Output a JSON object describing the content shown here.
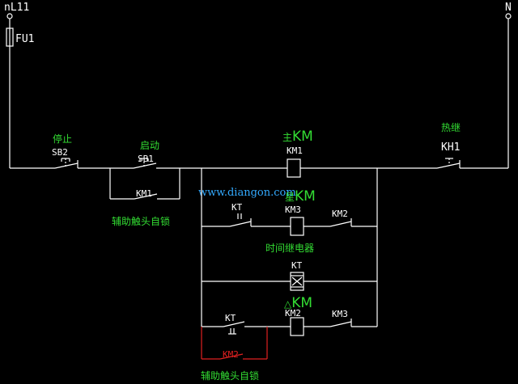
{
  "terminals": {
    "left": "nL11",
    "right": "N"
  },
  "fuse": "FU1",
  "stop": {
    "title": "停止",
    "tag": "SB2"
  },
  "start": {
    "title": "启动",
    "tag": "SB1"
  },
  "self_hold_1": {
    "contact": "KM1",
    "caption": "辅助触头自锁"
  },
  "main_contactor": {
    "title_prefix": "主",
    "title_km": "KM",
    "tag": "KM1"
  },
  "thermal": {
    "title": "热继",
    "tag": "KH1"
  },
  "watermark": "www.diangon.com",
  "star": {
    "title_prefix": "星",
    "title_km": "KM",
    "timer_contact": "KT",
    "coil": "KM3",
    "interlock": "KM2"
  },
  "timer_caption": "时间继电器",
  "timer_coil": "KT",
  "delta": {
    "title_prefix": "△",
    "title_km": "KM",
    "timer_contact": "KT",
    "coil": "KM2",
    "interlock": "KM3"
  },
  "self_hold_2": {
    "contact": "KM2",
    "caption": "辅助触头自锁"
  }
}
